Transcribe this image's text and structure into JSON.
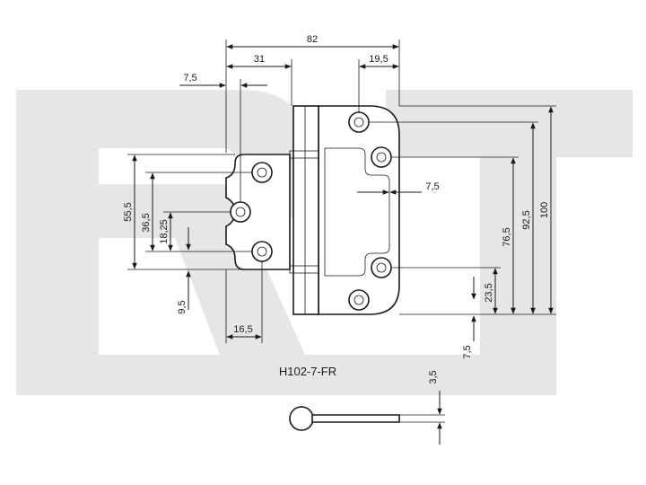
{
  "drawing": {
    "model": "H102-7-FR",
    "watermark_color": "#e6e6e6",
    "line_color": "#1a1a1a",
    "dimensions": {
      "overall_width": "82",
      "leaf_width": "31",
      "hole_offset_right": "19,5",
      "left_offset": "7,5",
      "overall_height": "100",
      "hole_span_right": "92,5",
      "hole_span_right_inner": "76,5",
      "right_bottom_hole": "23,5",
      "right_knuckle_gap": "7,5",
      "right_bottom_offset": "7,5",
      "left_outer_span": "55,5",
      "left_hole_span": "36,5",
      "left_half_span": "18,25",
      "left_bottom_offset": "9,5",
      "left_hole_x": "16,5",
      "thickness": "3,5"
    }
  }
}
